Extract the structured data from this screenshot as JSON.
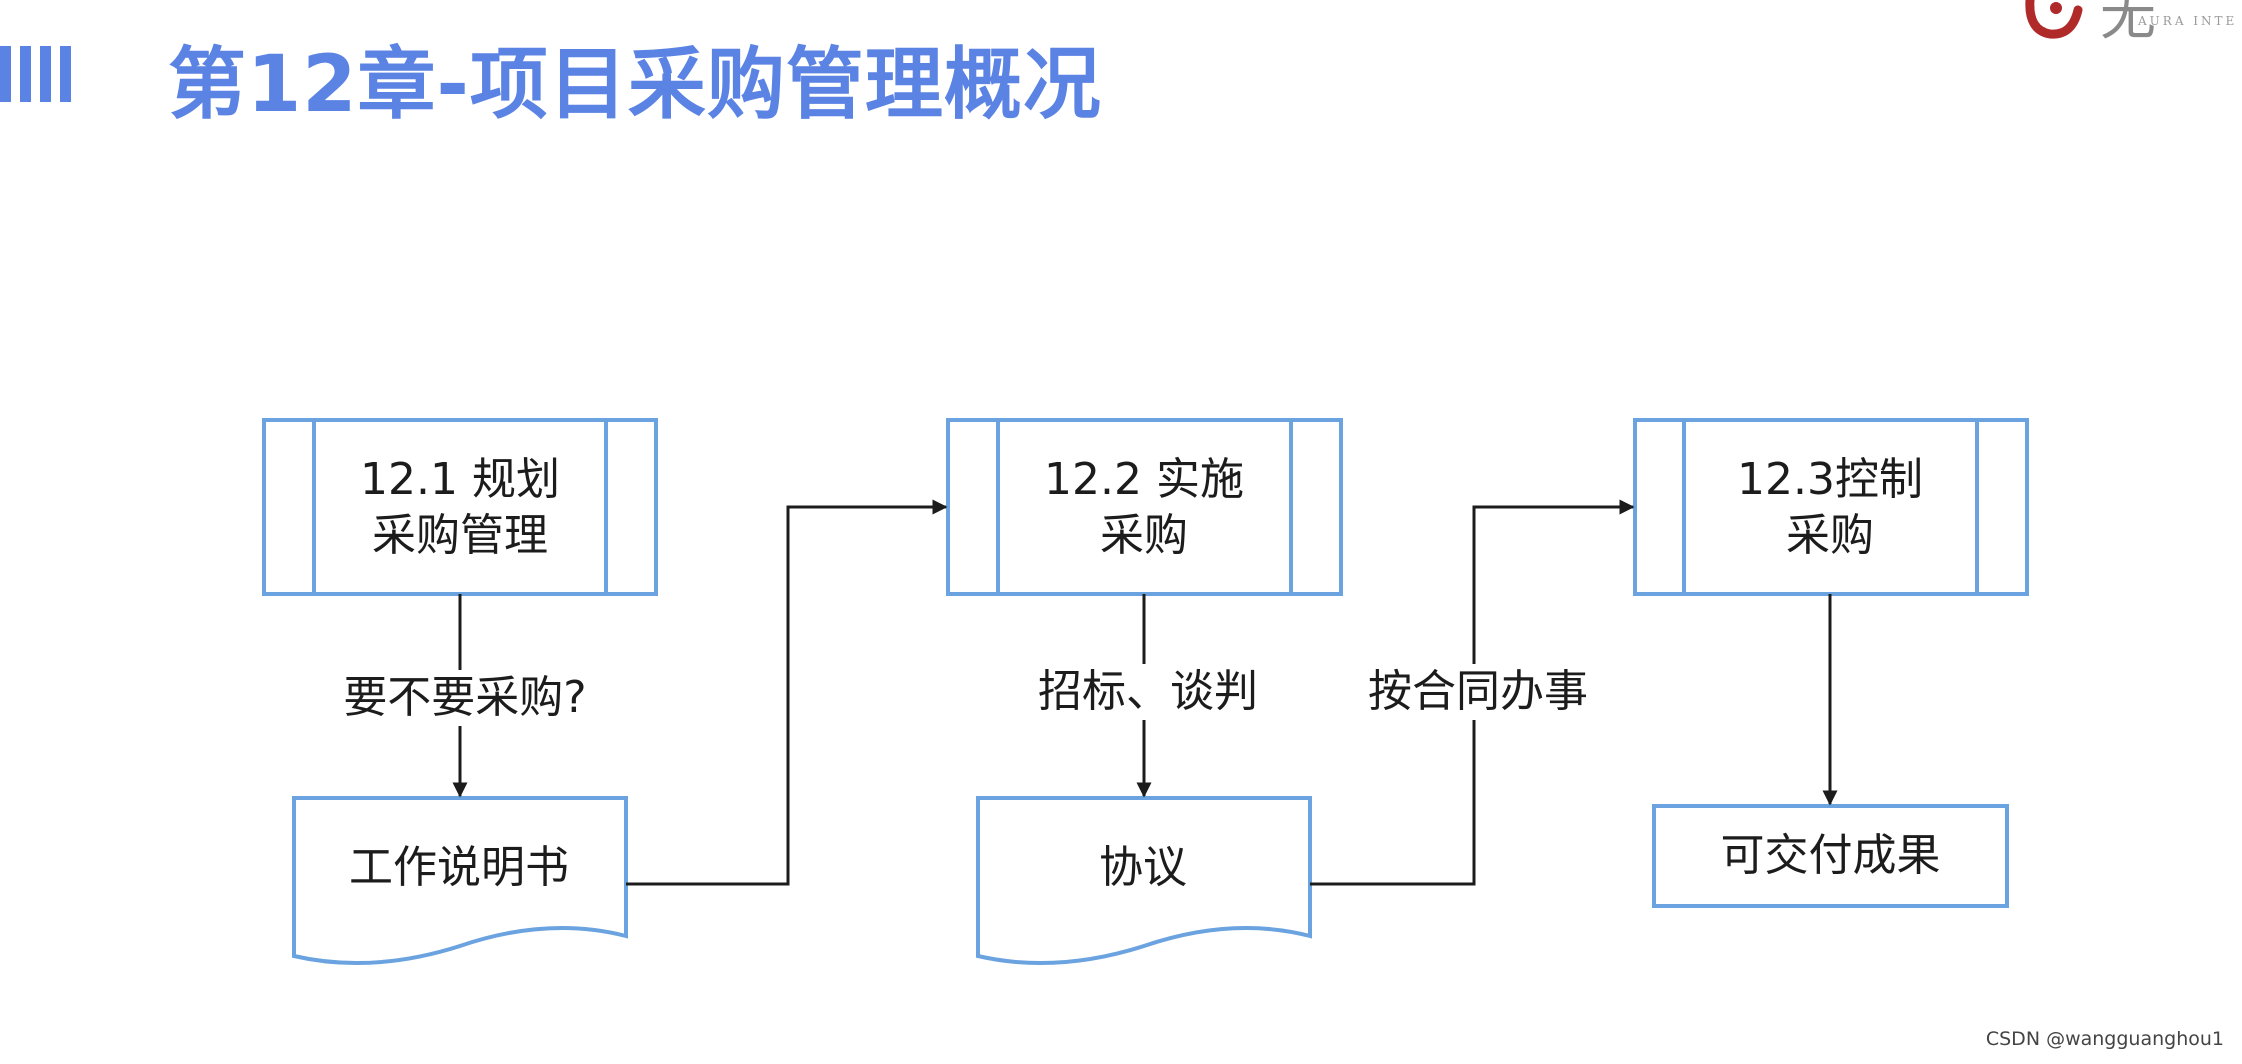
{
  "header": {
    "title": "第12章-项目采购管理概况"
  },
  "logo": {
    "glyph": "无",
    "subtitle": "AURA INTE"
  },
  "diagram": {
    "processes": [
      {
        "line1": "12.1 规划",
        "line2": "采购管理"
      },
      {
        "line1": "12.2 实施",
        "line2": "采购"
      },
      {
        "line1": "12.3控制",
        "line2": "采购"
      }
    ],
    "documents": [
      {
        "label": "工作说明书"
      },
      {
        "label": "协议"
      }
    ],
    "result": {
      "label": "可交付成果"
    },
    "edge_labels": {
      "decide": "要不要采购?",
      "tender": "招标、谈判",
      "contract": "按合同办事"
    }
  },
  "footer": {
    "credit": "CSDN @wangguanghou1"
  },
  "colors": {
    "title": "#5b83e4",
    "box_border": "#6aa3df",
    "arrow": "#1c1c1c",
    "logo_accent": "#b02a2a"
  }
}
